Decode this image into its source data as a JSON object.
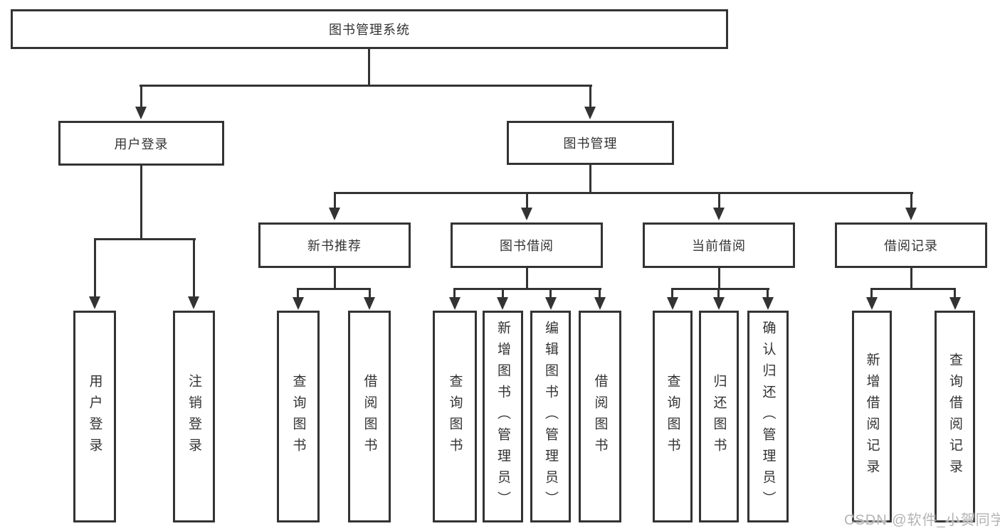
{
  "diagram": {
    "root": {
      "label": "图书管理系统"
    },
    "branches": {
      "user_login": {
        "label": "用户登录",
        "children": [
          "用户登录",
          "注销登录"
        ]
      },
      "book_mgmt": {
        "label": "图书管理"
      }
    },
    "modules": [
      {
        "label": "新书推荐",
        "children": [
          "查询图书",
          "借阅图书"
        ]
      },
      {
        "label": "图书借阅",
        "children": [
          "查询图书",
          "新增图书（管理员）",
          "编辑图书（管理员）",
          "借阅图书"
        ]
      },
      {
        "label": "当前借阅",
        "children": [
          "查询图书",
          "归还图书",
          "确认归还（管理员）"
        ]
      },
      {
        "label": "借阅记录",
        "children": [
          "新增借阅记录",
          "查询借阅记录"
        ]
      }
    ]
  },
  "watermark": {
    "text": "CSDN @软件_小贺同学",
    "color": "#b4b4b4"
  },
  "colors": {
    "line": "#333333",
    "background": "#ffffff",
    "text": "#333333"
  }
}
